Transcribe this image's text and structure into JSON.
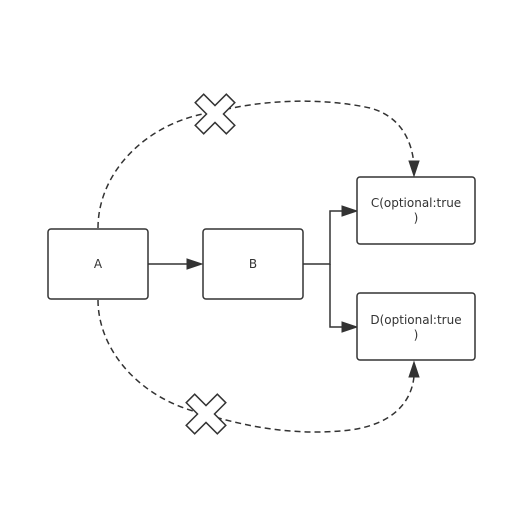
{
  "nodes": {
    "a": {
      "label": "A"
    },
    "b": {
      "label": "B"
    },
    "c": {
      "label_line1": "C(optional:true",
      "label_line2": ")"
    },
    "d": {
      "label_line1": "D(optional:true",
      "label_line2": ")"
    }
  },
  "edges": [
    {
      "from": "A",
      "to": "B",
      "style": "solid"
    },
    {
      "from": "B",
      "to": "C",
      "style": "solid"
    },
    {
      "from": "B",
      "to": "D",
      "style": "solid"
    },
    {
      "from": "A",
      "to": "C",
      "style": "dashed",
      "blocked": true
    },
    {
      "from": "A",
      "to": "D",
      "style": "dashed",
      "blocked": true
    }
  ],
  "colors": {
    "stroke": "#333333",
    "background": "#ffffff"
  },
  "icons": {
    "blocked_marker": "cross-icon"
  }
}
